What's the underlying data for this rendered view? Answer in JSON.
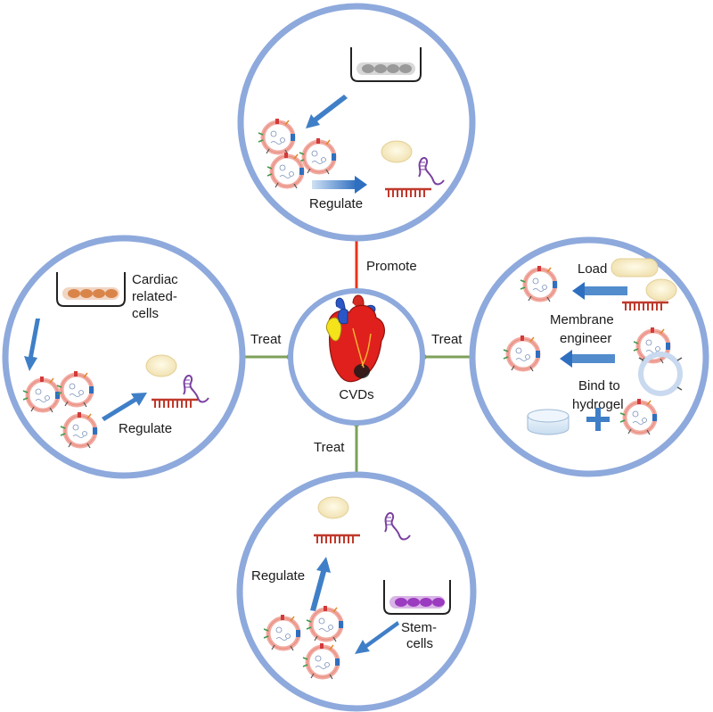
{
  "center": {
    "label": "CVDs",
    "icon": "heart-icon"
  },
  "connectors": {
    "top": {
      "label": "Promote",
      "color": "#e8341c"
    },
    "left": {
      "label": "Treat",
      "color": "#7da05a"
    },
    "right": {
      "label": "Treat",
      "color": "#7da05a"
    },
    "bottom": {
      "label": "Treat",
      "color": "#7da05a"
    }
  },
  "panels": {
    "top": {
      "regulate": "Regulate"
    },
    "left": {
      "cell_source_line1": "Cardiac",
      "cell_source_line2": "related-",
      "cell_source_line3": "cells",
      "regulate": "Regulate"
    },
    "right": {
      "load": "Load",
      "membrane_line1": "Membrane",
      "membrane_line2": "engineer",
      "bind_line1": "Bind to",
      "bind_line2": "hydrogel"
    },
    "bottom": {
      "regulate": "Regulate",
      "cell_source_line1": "Stem-",
      "cell_source_line2": "cells"
    }
  },
  "colors": {
    "ring": "#8ea9dc",
    "arrow": "#3f7fc7",
    "mirna": "#c0392b",
    "hairpin": "#7a3fa0",
    "exosome_membrane": "#f0a9a0",
    "hydrogel": "#d6e6f5"
  }
}
